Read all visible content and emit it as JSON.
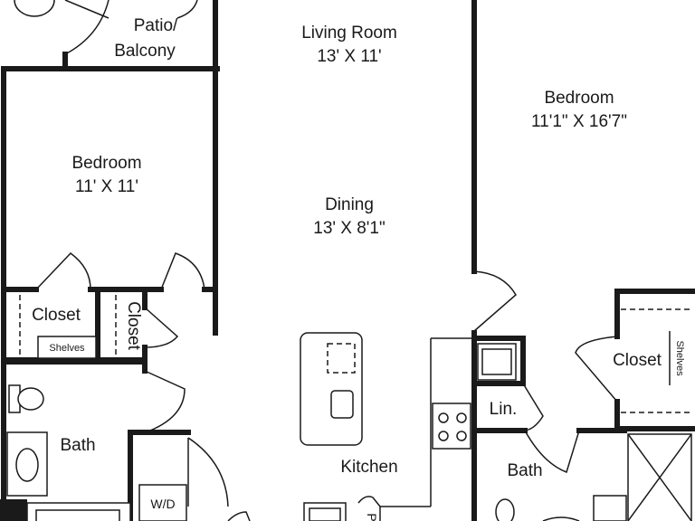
{
  "rooms": {
    "patio": {
      "line1": "Patio/",
      "line2": "Balcony"
    },
    "living": {
      "name": "Living Room",
      "dims": "13' X 11'"
    },
    "bedroom_right": {
      "name": "Bedroom",
      "dims": "11'1\" X 16'7\""
    },
    "bedroom_left": {
      "name": "Bedroom",
      "dims": "11' X 11'"
    },
    "dining": {
      "name": "Dining",
      "dims": "13' X 8'1\""
    },
    "closet_left": {
      "name": "Closet",
      "shelves": "Shelves"
    },
    "closet_small": {
      "name": "Closet"
    },
    "closet_right": {
      "name": "Closet",
      "shelves": "Shelves"
    },
    "linen": {
      "name": "Lin."
    },
    "bath_left": {
      "name": "Bath"
    },
    "bath_right": {
      "name": "Bath"
    },
    "kitchen": {
      "name": "Kitchen"
    },
    "laundry": {
      "name": "W/D"
    },
    "pantry": {
      "name": "P"
    }
  }
}
